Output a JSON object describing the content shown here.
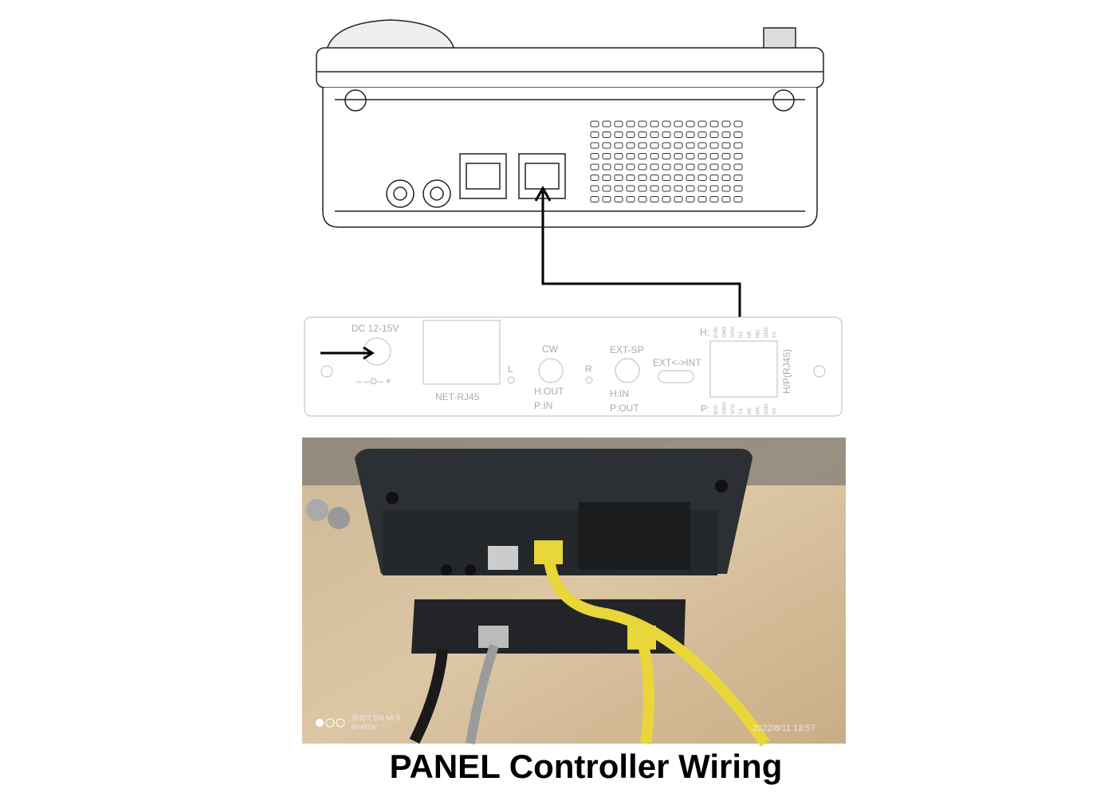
{
  "panel": {
    "dc_label": "DC 12-15V",
    "dc_polarity": "– –⊙– +",
    "net_label": "NET-RJ45",
    "l_label": "L",
    "r_label": "R",
    "cw_label": "CW",
    "cw_sub1": "H:OUT",
    "cw_sub2": "P:IN",
    "extsp_label": "EXT-SP",
    "extsp_sub1": "H:IN",
    "extsp_sub2": "P:OUT",
    "switch_label": "EXT<->INT",
    "hp_label": "H/P(RJ45)",
    "h_prefix": "H:",
    "h_pins": [
      "8VIN",
      "SWO",
      "SPIN",
      "RX",
      "ME",
      "MIC",
      "GND",
      "TX"
    ],
    "p_prefix": "P:",
    "p_pins": [
      "8VO",
      "SWIN",
      "SPO",
      "TX",
      "ME",
      "MIC",
      "GND",
      "RX"
    ]
  },
  "photo": {
    "watermark_brand": "SHOT ON MI 9",
    "watermark_user": "BH4TDV",
    "timestamp": "2022/8/11 13:57",
    "colors": {
      "wood": "#d9c3a2",
      "radio": "#2c2f33",
      "cable_yellow": "#e8d63a",
      "cable_grey": "#9a9c9c"
    }
  },
  "caption": "PANEL Controller Wiring"
}
